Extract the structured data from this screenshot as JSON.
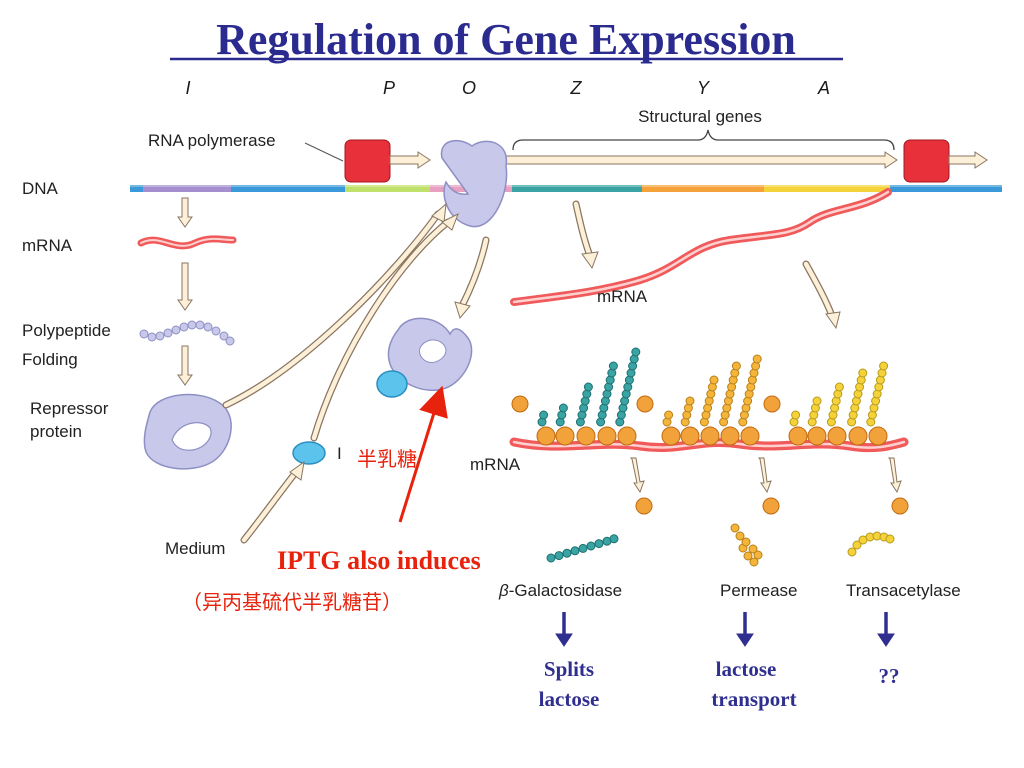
{
  "title": "Regulation of Gene Expression",
  "gene_letters": [
    "I",
    "P",
    "O",
    "Z",
    "Y",
    "A"
  ],
  "labels": {
    "structural_genes": "Structural genes",
    "rna_polymerase": "RNA polymerase",
    "dna": "DNA",
    "mrna": "mRNA",
    "polypeptide": "Polypeptide",
    "folding": "Folding",
    "repressor_1": "Repressor",
    "repressor_2": "protein",
    "medium": "Medium",
    "inducer": "I",
    "galactose": "半乳糖",
    "iptg": "IPTG also induces",
    "iptg_chinese": "（异丙基硫代半乳糖苷）",
    "galactosidase": "-Galactosidase",
    "beta": "β",
    "permease": "Permease",
    "transacetylase": "Transacetylase"
  },
  "functions": {
    "splits_1": "Splits",
    "splits_2": "lactose",
    "transport_1": "lactose",
    "transport_2": "transport",
    "unknown": "??"
  },
  "colors": {
    "title": "#2b2b8f",
    "dna": "#3a9ad9",
    "polymerase": "#e8303a",
    "repressor": "#c7c8ea",
    "inducer": "#5cc4ec",
    "ribosome": "#f2a23a",
    "galactosidase_chain": "#3aa3a3",
    "permease_chain": "#f5b53a",
    "transacetylase_chain": "#f5d23a",
    "mrna": "#f05a5a",
    "annotation_red": "#e8230d",
    "annotation_blue": "#2f2f8f"
  }
}
